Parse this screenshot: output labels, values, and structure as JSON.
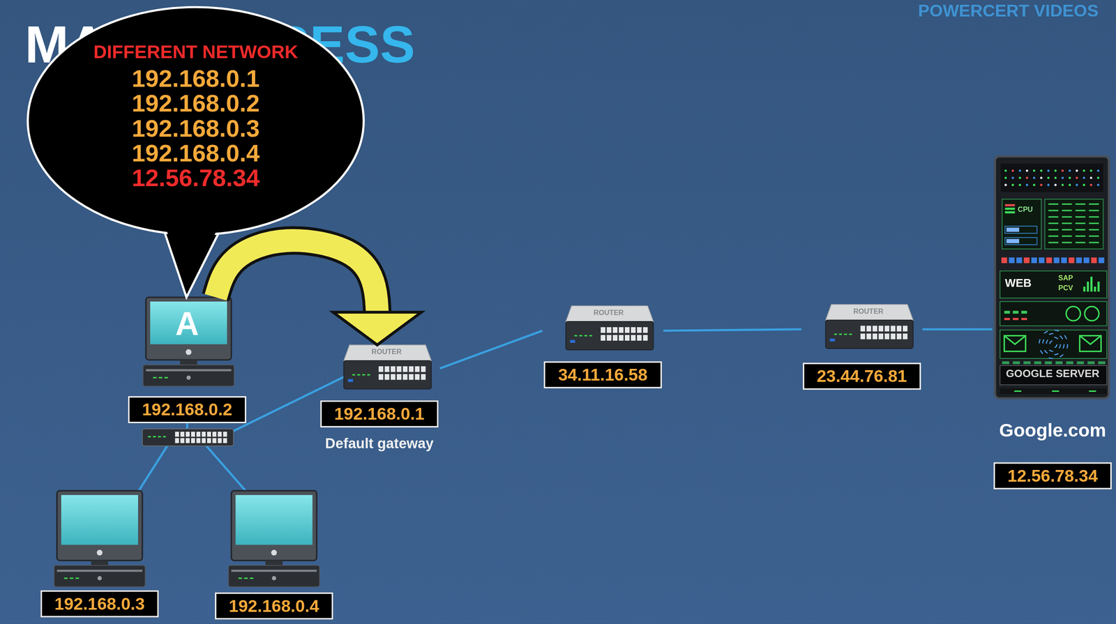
{
  "diagram": {
    "title": "MAC ADDRESS",
    "nodes": [
      {
        "text": [
          "DIFFERENT NETWORK",
          "192.168.0.1",
          "192.168.0.2",
          "192.168.0.3",
          "192.168.0.4",
          "12.56.78.34"
        ]
      },
      {
        "text": [
          "A",
          "192.168.0.2"
        ]
      },
      {
        "text": [
          "192.168.0.3"
        ]
      },
      {
        "text": [
          "192.168.0.4"
        ]
      },
      {
        "text": [
          "192.168.0.1",
          "Default gateway"
        ]
      },
      {
        "text": [
          "34.11.16.58"
        ]
      },
      {
        "text": [
          "23.44.76.81"
        ]
      },
      {
        "text": [
          "GOOGLE SERVER",
          "Google.com",
          "12.56.78.34"
        ]
      }
    ],
    "edges": [
      {
        "from": 1,
        "to": 4,
        "arrow": "to"
      },
      {
        "from": 4,
        "to": 5,
        "arrow": "none"
      },
      {
        "from": 5,
        "to": 6,
        "arrow": "none"
      },
      {
        "from": 6,
        "to": 7,
        "arrow": "none"
      }
    ],
    "labels": [
      "POWERCERT VIDEOS",
      "ROUTER",
      "ROUTER",
      "ROUTER",
      "CPU",
      "WEB",
      "SAP",
      "PCV"
    ]
  }
}
